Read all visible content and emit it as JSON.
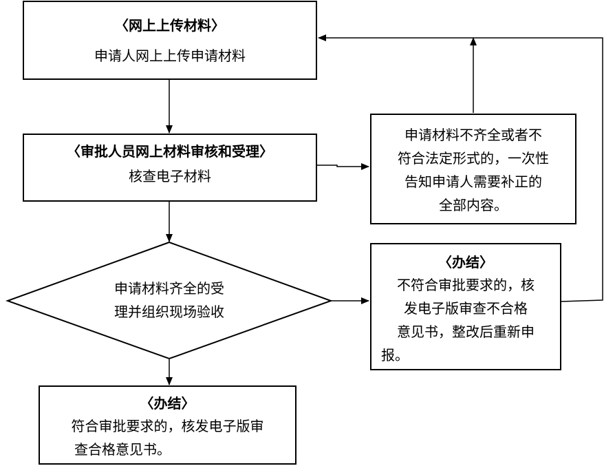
{
  "upload": {
    "title": "〈网上上传材料〉",
    "body": "申请人网上上传申请材料"
  },
  "review": {
    "title": "〈审批人员网上材料审核和受理〉",
    "body": "核查电子材料"
  },
  "incomplete": {
    "lines": [
      "申请材料不齐全或者不",
      "符合法定形式的，一次性",
      "告知申请人需要补正的",
      "全部内容。"
    ]
  },
  "decision": {
    "lines": [
      "申请材料齐全的受",
      "理并组织现场验收"
    ]
  },
  "reject": {
    "title": "〈办结〉",
    "lines": [
      "不符合审批要求的，核",
      "发电子版审查不合格",
      "意见书，整改后重新申",
      "报。"
    ]
  },
  "approve": {
    "title": "〈办结〉",
    "lines": [
      "符合审批要求的，核发电子版审",
      "查合格意见书。"
    ]
  }
}
